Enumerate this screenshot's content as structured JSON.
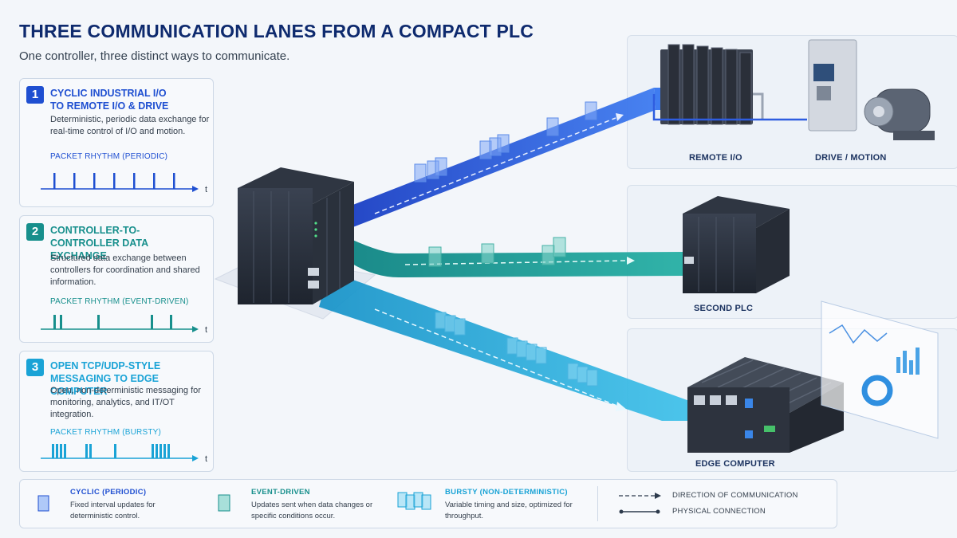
{
  "header": {
    "title": "THREE COMMUNICATION LANES FROM A COMPACT PLC",
    "subtitle": "One controller, three distinct ways to communicate."
  },
  "colors": {
    "cyclic": "#1f4fd1",
    "event": "#178f8c",
    "bursty": "#1aa3d6",
    "navy": "#0e2a6e"
  },
  "lanes": [
    {
      "number": "1",
      "title": "CYCLIC INDUSTRIAL I/O TO REMOTE I/O & DRIVE",
      "description": "Deterministic, periodic data exchange for real-time control of I/O and motion.",
      "rhythm_label": "PACKET RHYTHM (PERIODIC)",
      "axis_label": "t"
    },
    {
      "number": "2",
      "title": "CONTROLLER-TO-CONTROLLER DATA EXCHANGE",
      "description": "Structured data exchange between controllers for coordination and shared information.",
      "rhythm_label": "PACKET RHYTHM (EVENT-DRIVEN)",
      "axis_label": "t"
    },
    {
      "number": "3",
      "title": "OPEN TCP/UDP-STYLE MESSAGING TO EDGE COMPUTER",
      "description": "Open, non-deterministic messaging for monitoring, analytics, and IT/OT integration.",
      "rhythm_label": "PACKET RHYTHM (BURSTY)",
      "axis_label": "t"
    }
  ],
  "devices": {
    "remote_io": "REMOTE I/O",
    "drive": "DRIVE / MOTION",
    "second_plc": "SECOND PLC",
    "edge": "EDGE COMPUTER"
  },
  "legend": {
    "cyclic": {
      "title": "CYCLIC (PERIODIC)",
      "desc": "Fixed interval updates for deterministic control."
    },
    "event": {
      "title": "EVENT-DRIVEN",
      "desc": "Updates sent when data changes or specific conditions occur."
    },
    "bursty": {
      "title": "BURSTY (NON-DETERMINISTIC)",
      "desc": "Variable timing and size, optimized for throughput."
    },
    "direction": "DIRECTION OF COMMUNICATION",
    "physical": "PHYSICAL CONNECTION"
  }
}
